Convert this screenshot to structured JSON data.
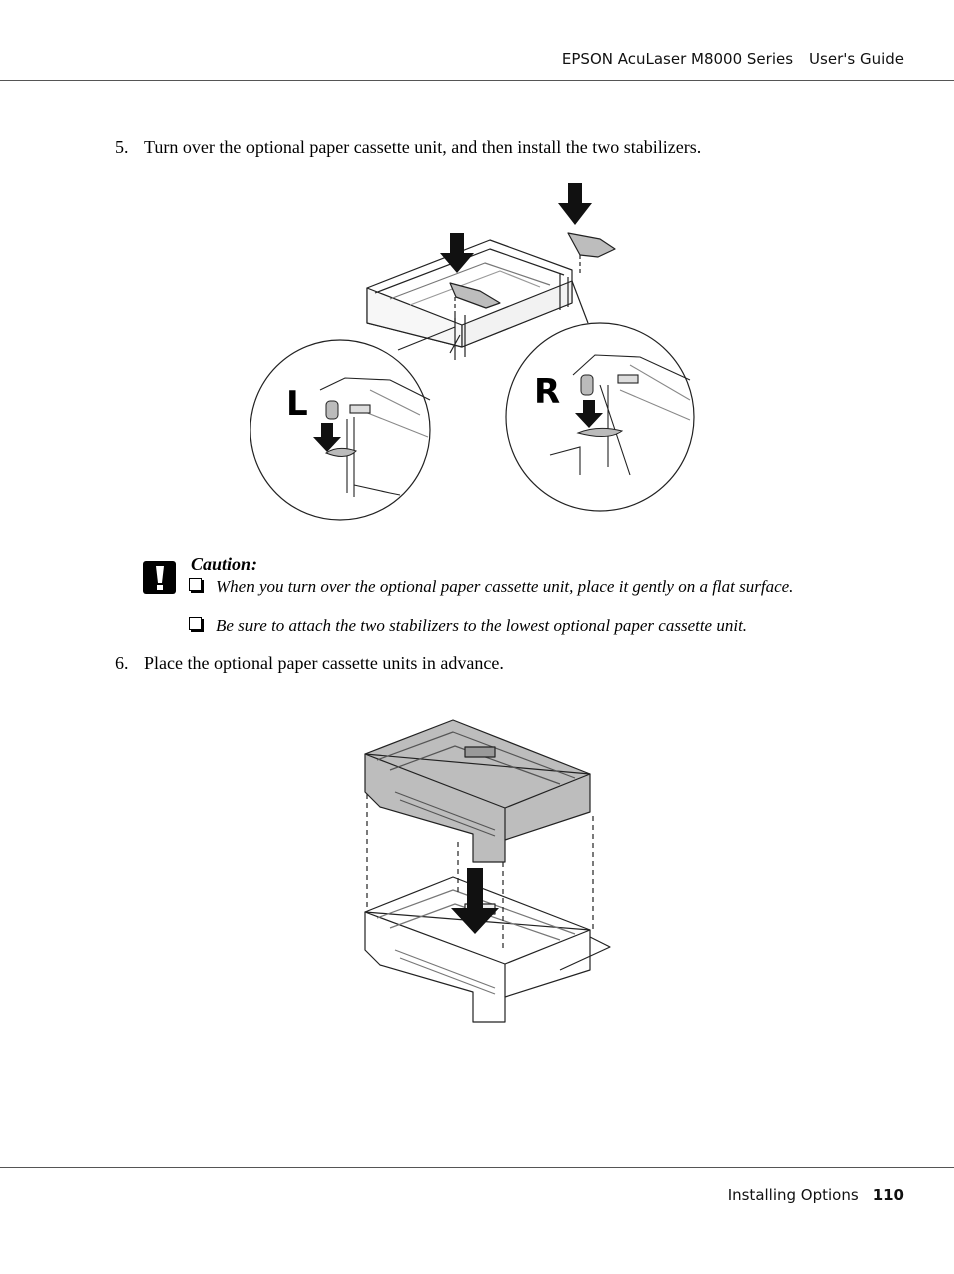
{
  "header": {
    "product": "EPSON AcuLaser M8000 Series",
    "guide": "User's Guide"
  },
  "steps": [
    {
      "number": "5.",
      "text": "Turn over the optional paper cassette unit, and then install the two stabilizers."
    },
    {
      "number": "6.",
      "text": "Place the optional paper cassette units in advance."
    }
  ],
  "figure1": {
    "label_left": "L",
    "label_right": "R"
  },
  "caution": {
    "title": "Caution:",
    "items": [
      "When you turn over the optional paper cassette unit, place it gently on a flat surface.",
      "Be sure to attach the two stabilizers to the lowest optional paper cassette unit."
    ]
  },
  "footer": {
    "section": "Installing Options",
    "page": "110"
  }
}
